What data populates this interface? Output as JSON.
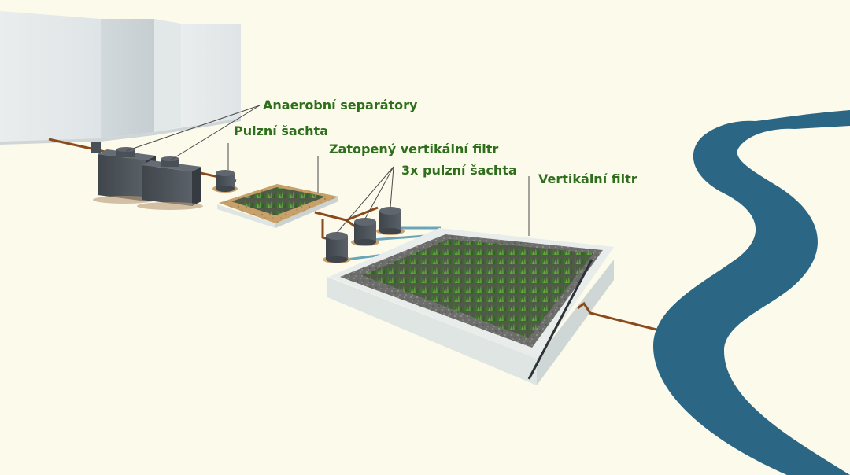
{
  "labels": {
    "anaerobic_separators": "Anaerobní separátory",
    "pulse_shaft": "Pulzní šachta",
    "flooded_vertical_filter": "Zatopený vertikální filtr",
    "pulse_shafts_x3": "3x pulzní šachta",
    "vertical_filter": "Vertikální filtr"
  },
  "colors": {
    "background": "#fcfbeb",
    "label_text": "#2f6e1c",
    "pipe": "#8a4a1c",
    "water_pipe": "#6aa6b8",
    "river": "#2b6785",
    "tank": "#4a5057",
    "grass": "#3f7a2a",
    "gravel": "#6c6c6c",
    "concrete": "#dfe5e3"
  }
}
